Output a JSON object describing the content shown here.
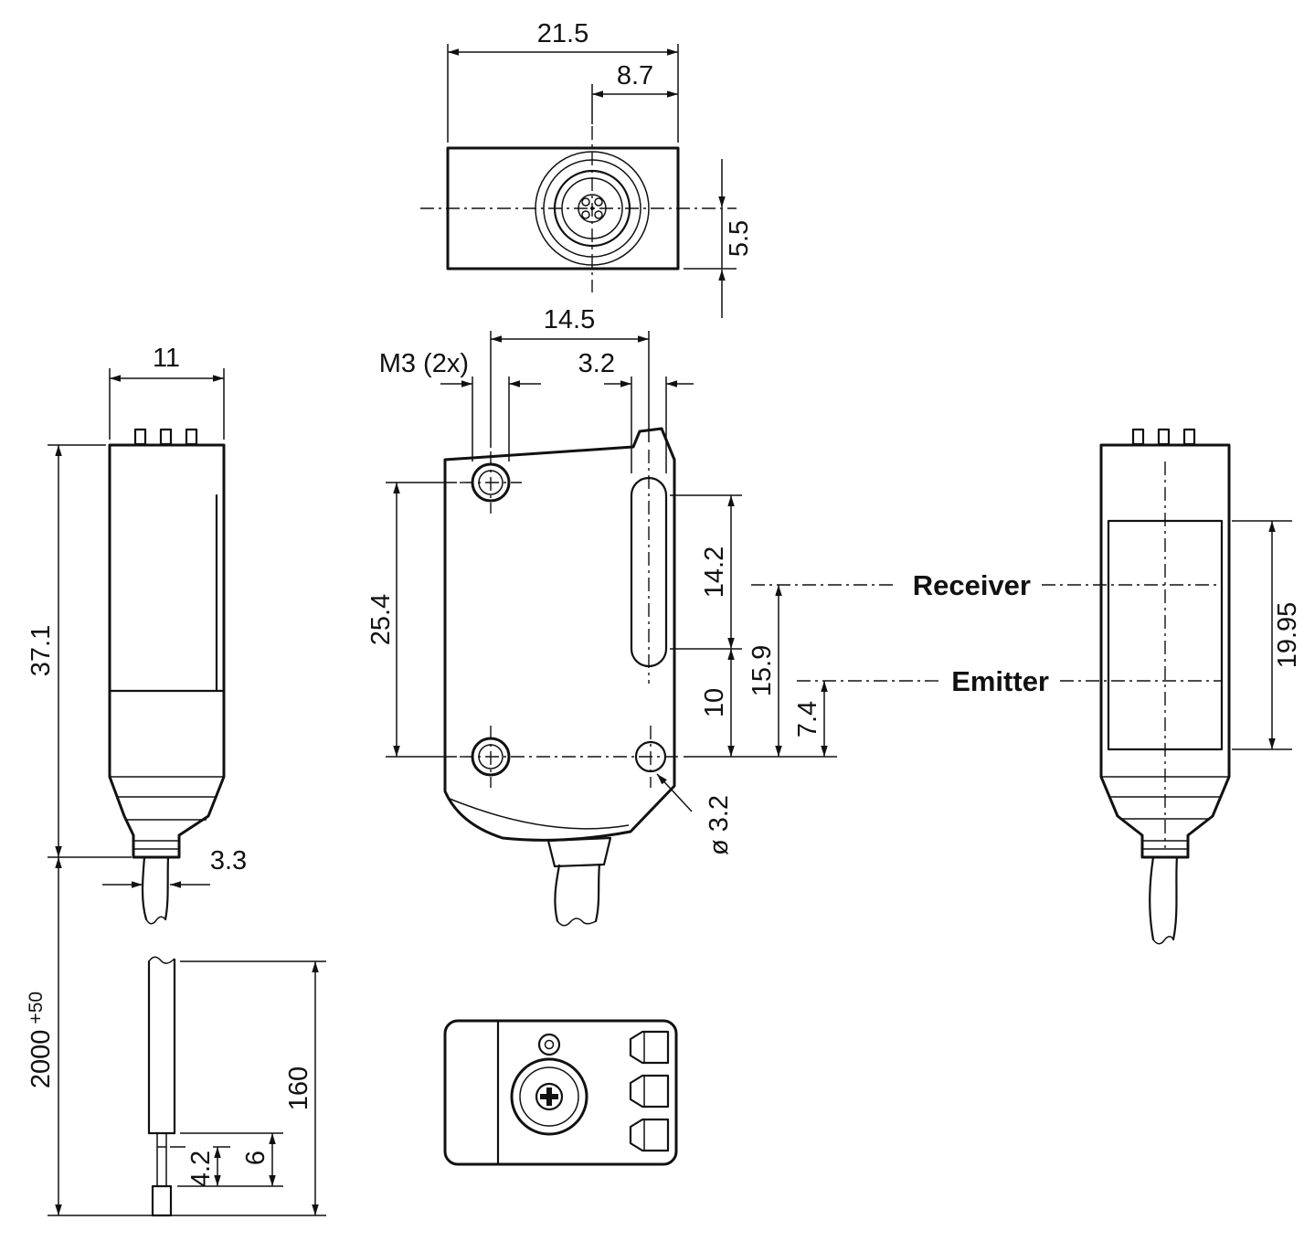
{
  "drawing": {
    "background_color": "#ffffff",
    "line_color": "#111111"
  },
  "labels": {
    "top_width": "21.5",
    "connector_offset": "8.7",
    "connector_height": "5.5",
    "body_width": "11",
    "body_height": "37.1",
    "cable_diameter": "3.3",
    "cable_length": "2000",
    "cable_length_tolerance": "+50",
    "wire_length": "160",
    "tip_length": "4.2",
    "tip_section": "6",
    "hole_spacing_horizontal": "14.5",
    "thread_spec": "M3 (2x)",
    "slot_width": "3.2",
    "hole_spacing_vertical": "25.4",
    "slot_length": "14.2",
    "slot_to_hole": "10",
    "receiver_offset": "15.9",
    "emitter_offset": "7.4",
    "hole_diameter": "ø 3.2",
    "receiver_label": "Receiver",
    "emitter_label": "Emitter",
    "optical_window_height": "19.95"
  }
}
